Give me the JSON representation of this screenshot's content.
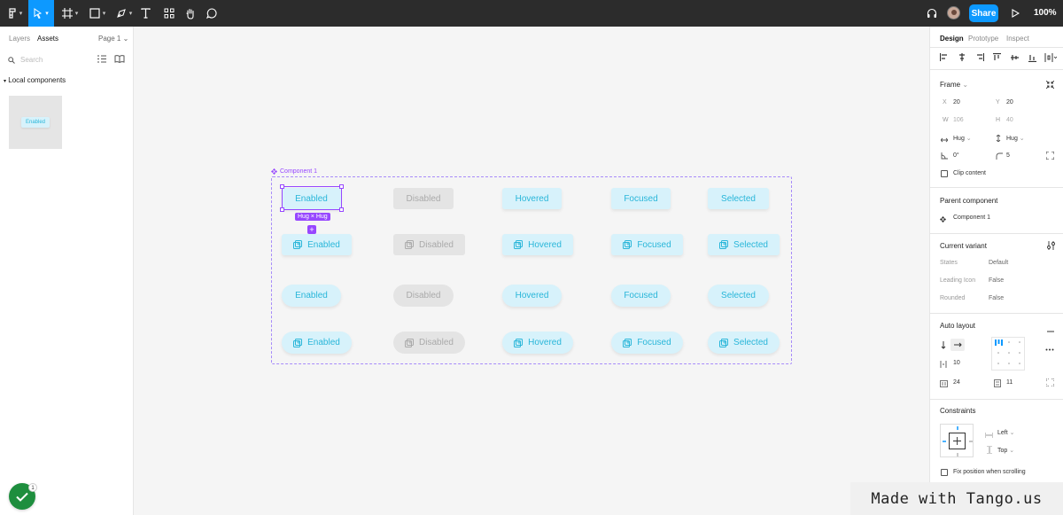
{
  "toolbar": {
    "share_label": "Share",
    "zoom_label": "100%"
  },
  "left_panel": {
    "tabs": [
      {
        "label": "Layers"
      },
      {
        "label": "Assets"
      }
    ],
    "page_label": "Page 1",
    "search_placeholder": "Search",
    "section_label": "Local components",
    "thumb_label": "Enabled"
  },
  "canvas": {
    "component_name": "Component 1",
    "hug_label": "Hug × Hug",
    "rows": [
      {
        "variant": "square",
        "icon": false,
        "buttons": [
          "Enabled",
          "Disabled",
          "Hovered",
          "Focused",
          "Selected"
        ]
      },
      {
        "variant": "square",
        "icon": true,
        "buttons": [
          "Enabled",
          "Disabled",
          "Hovered",
          "Focused",
          "Selected"
        ]
      },
      {
        "variant": "rounded",
        "icon": false,
        "buttons": [
          "Enabled",
          "Disabled",
          "Hovered",
          "Focused",
          "Selected"
        ]
      },
      {
        "variant": "rounded",
        "icon": true,
        "buttons": [
          "Enabled",
          "Disabled",
          "Hovered",
          "Focused",
          "Selected"
        ]
      }
    ]
  },
  "right_panel": {
    "tabs": [
      {
        "label": "Design"
      },
      {
        "label": "Prototype"
      },
      {
        "label": "Inspect"
      }
    ],
    "frame": {
      "title": "Frame",
      "x_label": "X",
      "x_value": "20",
      "y_label": "Y",
      "y_value": "20",
      "w_label": "W",
      "w_value": "106",
      "h_label": "H",
      "h_value": "40",
      "width_mode": "Hug",
      "height_mode": "Hug",
      "rotation": "0°",
      "radius": "5",
      "clip_label": "Clip content"
    },
    "parent": {
      "title": "Parent component",
      "name": "Component 1"
    },
    "variant": {
      "title": "Current variant",
      "props": [
        {
          "label": "States",
          "value": "Default"
        },
        {
          "label": "Leading Icon",
          "value": "False"
        },
        {
          "label": "Rounded",
          "value": "False"
        }
      ]
    },
    "auto_layout": {
      "title": "Auto layout",
      "spacing": "10",
      "padding_h": "24",
      "padding_v": "11"
    },
    "constraints": {
      "title": "Constraints",
      "horizontal": "Left",
      "vertical": "Top",
      "fix_label": "Fix position when scrolling"
    }
  },
  "badge_count": "1",
  "watermark": "Made with Tango.us",
  "colors": {
    "accent": "#0d99ff",
    "component_purple": "#9747ff",
    "button_bg": "#d7f2fb",
    "button_text": "#29b6d9",
    "disabled_bg": "#e4e4e4"
  }
}
